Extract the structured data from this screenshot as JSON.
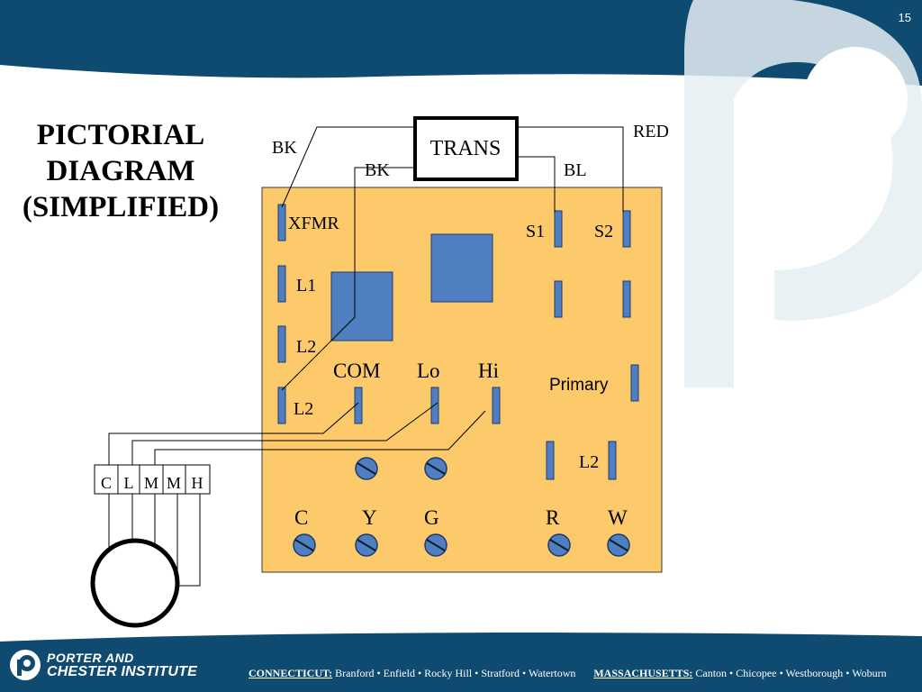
{
  "slide": {
    "number": "15"
  },
  "title": {
    "line1": "PICTORIAL",
    "line2": "DIAGRAM",
    "line3": "(SIMPLIFIED)"
  },
  "colors": {
    "header_dark": "#0f4a70",
    "header_light": "#e6eef3",
    "board_fill": "#fcc96b",
    "block_fill": "#4f7fc0",
    "block_stroke": "#1e3b6b"
  },
  "diagram": {
    "transformer": {
      "label": "TRANS"
    },
    "wires": {
      "bk_left": "BK",
      "bk_right": "BK",
      "bl": "BL",
      "red": "RED"
    },
    "terminals": {
      "xfmr": "XFMR",
      "l1": "L1",
      "l2_upper": "L2",
      "l2_lower": "L2",
      "com": "COM",
      "lo": "Lo",
      "hi": "Hi",
      "s1": "S1",
      "s2": "S2",
      "primary": "Primary",
      "l2_right": "L2"
    },
    "thermostat": {
      "c": "C",
      "y": "Y",
      "g": "G",
      "r": "R",
      "w": "W"
    },
    "motor_leads": [
      "C",
      "L",
      "M",
      "M",
      "H"
    ]
  },
  "footer": {
    "brand_line1": "PORTER AND",
    "brand_line2": "CHESTER INSTITUTE",
    "ct_label": "CONNECTICUT:",
    "ct_cities": "Branford • Enfield • Rocky Hill • Stratford • Watertown",
    "ma_label": "MASSACHUSETTS:",
    "ma_cities": "Canton • Chicopee • Westborough • Woburn"
  }
}
